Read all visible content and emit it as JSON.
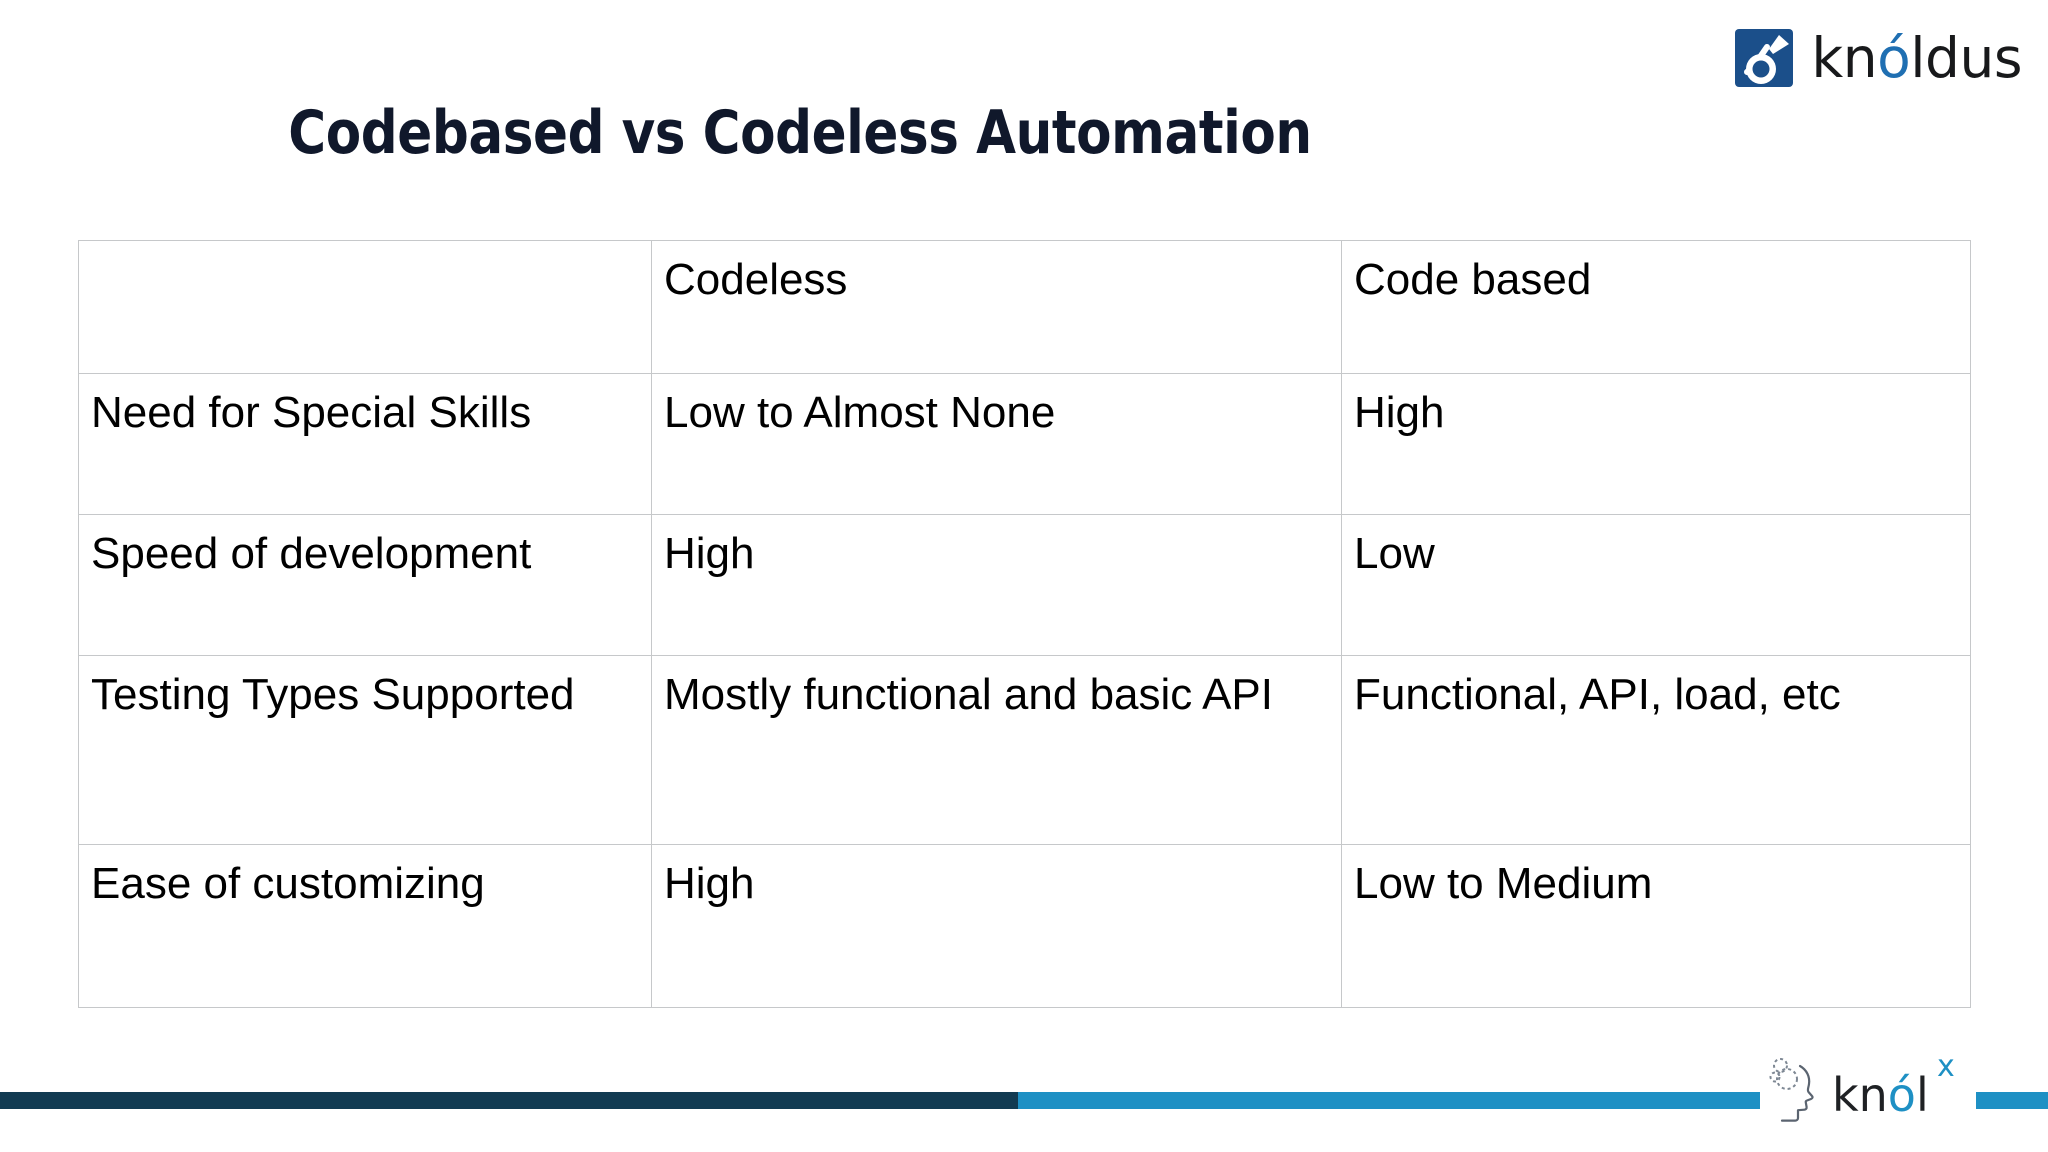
{
  "brand": {
    "mark_icon": "knoldus-logo-icon",
    "name_part1": "kn",
    "name_accent": "ó",
    "name_part2": "ldus",
    "mark_color": "#1b4f8a",
    "accent_color": "#1f6fb2"
  },
  "title": "Codebased vs Codeless Automation",
  "table": {
    "headers": [
      "",
      "Codeless",
      "Code based"
    ],
    "rows": [
      {
        "label": "Need for Special Skills",
        "codeless": "Low to Almost None",
        "codebased": "High"
      },
      {
        "label": "Speed of development",
        "codeless": "High",
        "codebased": "Low"
      },
      {
        "label": "Testing Types Supported",
        "codeless": "Mostly functional and basic API",
        "codebased": "Functional, API, load, etc"
      },
      {
        "label": "Ease of customizing",
        "codeless": "High",
        "codebased": "Low to Medium"
      }
    ]
  },
  "footer": {
    "bar_dark_color": "#123b52",
    "bar_light_color": "#1e90c4",
    "logo": {
      "head_icon": "knolx-head-gears-icon",
      "name_part1": "kn",
      "name_accent": "ó",
      "name_part2": "l",
      "superscript": "x"
    }
  }
}
